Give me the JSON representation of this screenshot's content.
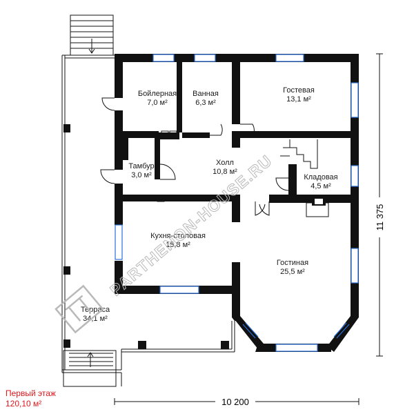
{
  "rooms": [
    {
      "name": "Бойлерная",
      "area": "7,0 м²"
    },
    {
      "name": "Ванная",
      "area": "6,3 м²"
    },
    {
      "name": "Гостевая",
      "area": "13,1 м²"
    },
    {
      "name": "Тамбур",
      "area": "3,0 м²"
    },
    {
      "name": "Холл",
      "area": "10,8 м²"
    },
    {
      "name": "Кладовая",
      "area": "4,5 м²"
    },
    {
      "name": "Кухня-столовая",
      "area": "15,8 м²"
    },
    {
      "name": "Гостиная",
      "area": "25,5 м²"
    },
    {
      "name": "Терраса",
      "area": "34,1 м²"
    }
  ],
  "dimensions": {
    "width": "10 200",
    "height": "11 375"
  },
  "caption": {
    "title": "Первый этаж",
    "area": "120,10 м²"
  },
  "watermark": "PARTHENON-HOUSE.RU",
  "colors": {
    "wall": "#111111",
    "window": "#2a6fdb",
    "caption": "#e0161b",
    "watermark": "#b9b9b9"
  }
}
